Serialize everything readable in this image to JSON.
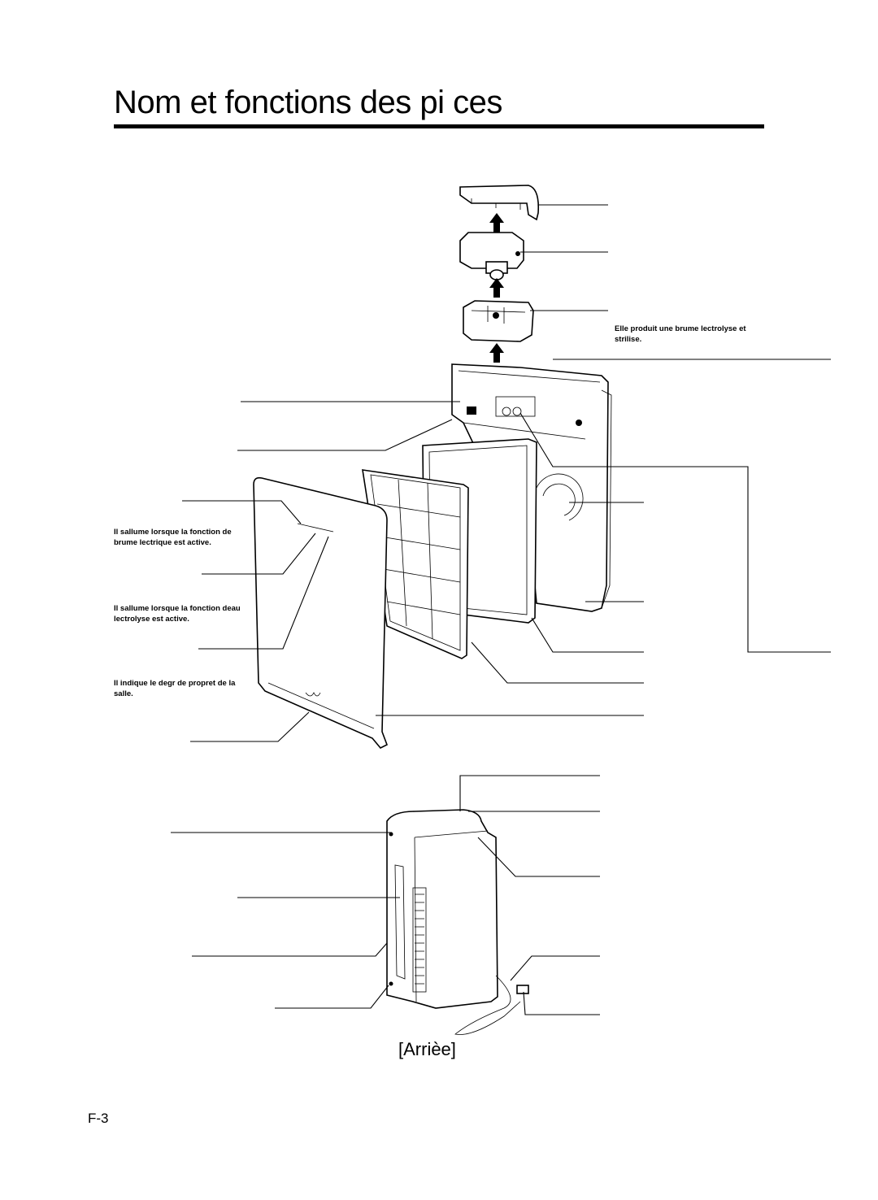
{
  "page": {
    "title": "Nom et fonctions des pi ces",
    "caption": "[Arrièe]",
    "page_number": "F-3"
  },
  "notes": {
    "brume_lectrolyse": "Elle produit une brume lectrolyse et strilise.",
    "lamp_brume": "Il sallume lorsque la fonction de brume lectrique est active.",
    "lamp_eau": "Il sallume lorsque la fonction deau lectrolyse est active.",
    "proprete": "Il indique le degr de propret de la salle."
  }
}
